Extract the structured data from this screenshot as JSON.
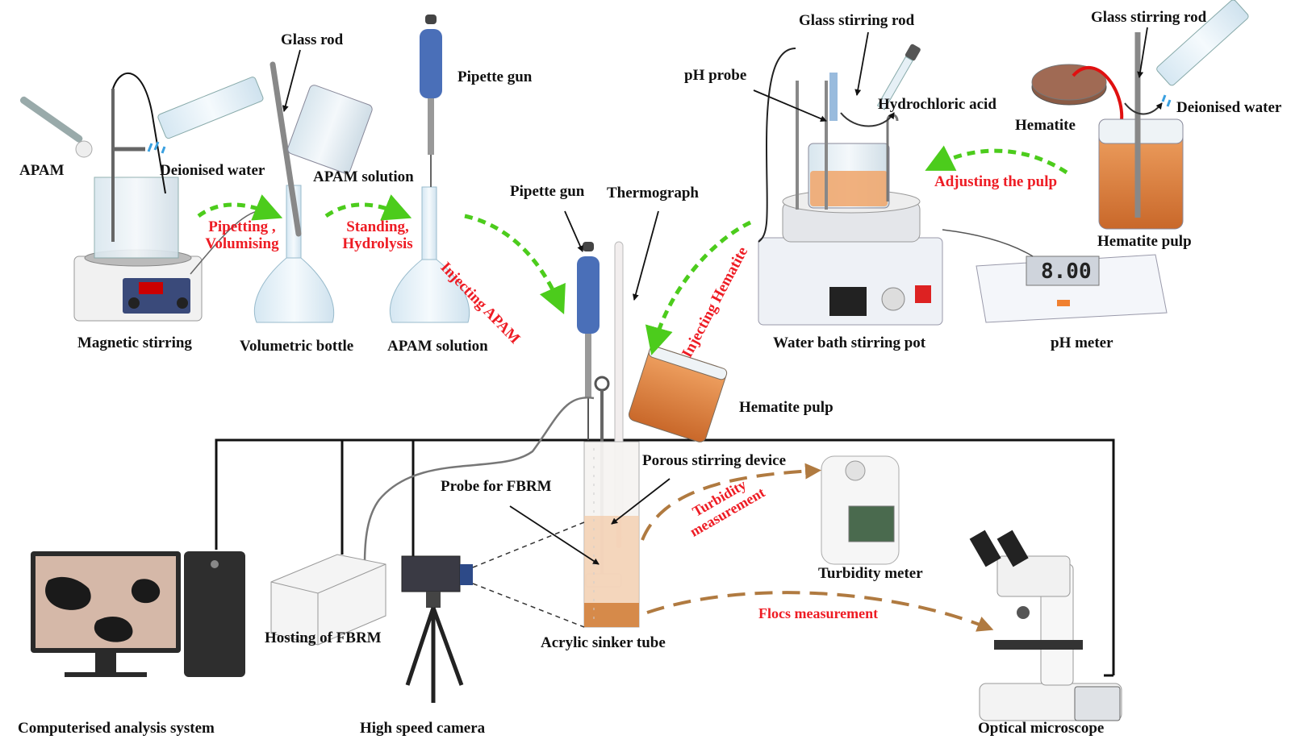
{
  "labels": {
    "apam": "APAM",
    "glass_rod": "Glass rod",
    "deionised_water_left": "Deionised water",
    "apam_solution_top": "APAM solution",
    "pipette_gun_top": "Pipette gun",
    "magnetic_stirring": "Magnetic stirring",
    "volumetric_bottle": "Volumetric bottle",
    "apam_solution_bottom": "APAM solution",
    "pipette_gun_center": "Pipette gun",
    "thermograph": "Thermograph",
    "glass_stirring_rod_center": "Glass stirring rod",
    "glass_stirring_rod_right": "Glass stirring rod",
    "ph_probe": "pH probe",
    "hydrochloric_acid": "Hydrochloric acid",
    "hematite": "Hematite",
    "deionised_water_right": "Deionised water",
    "hematite_pulp_right": "Hematite pulp",
    "water_bath": "Water bath stirring pot",
    "ph_meter": "pH meter",
    "ph_display": "8.00",
    "hematite_pulp_center": "Hematite pulp",
    "porous_stirring": "Porous stirring device",
    "probe_fbrm": "Probe for FBRM",
    "turbidity_meter": "Turbidity meter",
    "hosting_fbrm": "Hosting of FBRM",
    "acrylic_tube": "Acrylic sinker tube",
    "computerised": "Computerised analysis system",
    "high_speed_camera": "High speed camera",
    "optical_microscope": "Optical microscope"
  },
  "steps": {
    "pipetting_line1": "Pipetting ,",
    "pipetting_line2": "Volumising",
    "standing_line1": "Standing,",
    "standing_line2": "Hydrolysis",
    "injecting_apam": "Injecting APAM",
    "injecting_hematite": "Injecting Hematite",
    "adjusting_pulp": "Adjusting the pulp",
    "turbidity_line1": "Turbidity",
    "turbidity_line2": "measurement",
    "flocs_measurement": "Flocs measurement"
  },
  "colors": {
    "step_arrow": "#4ccc1c",
    "step_text": "#ee1c24",
    "pulp": "#e08a4a",
    "measure_arrow": "#b07a40",
    "pipette_blue": "#4a6fb8"
  }
}
